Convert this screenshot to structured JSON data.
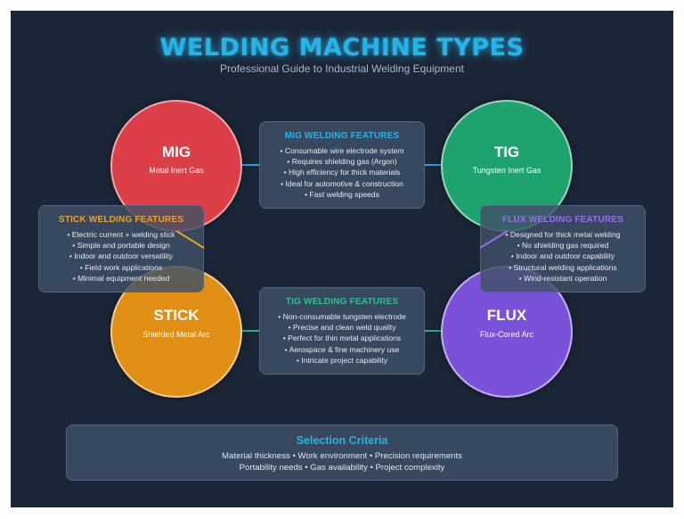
{
  "header": {
    "title": "WELDING MACHINE TYPES",
    "subtitle": "Professional Guide to Industrial Welding Equipment"
  },
  "colors": {
    "background": "#1b2638",
    "title": "#28b3e6",
    "mig": "#dc3f47",
    "tig": "#1fa36e",
    "stick": "#e18f14",
    "flux": "#7a52da",
    "mig_features_title": "#28b3e6",
    "tig_features_title": "#2cc090",
    "stick_features_title": "#f0a020",
    "flux_features_title": "#9a6cf2"
  },
  "types": {
    "mig": {
      "name": "MIG",
      "full": "Metal Inert Gas"
    },
    "tig": {
      "name": "TIG",
      "full": "Tungsten Inert Gas"
    },
    "stick": {
      "name": "STICK",
      "full": "Shielded Metal Arc"
    },
    "flux": {
      "name": "FLUX",
      "full": "Flux-Cored Arc"
    }
  },
  "panels": {
    "mig": {
      "title": "MIG WELDING FEATURES",
      "items": [
        "• Consumable wire electrode system",
        "• Requires shielding gas (Argon)",
        "• High efficiency for thick materials",
        "• Ideal for automotive & construction",
        "• Fast welding speeds"
      ]
    },
    "tig": {
      "title": "TIG WELDING FEATURES",
      "items": [
        "• Non-consumable tungsten electrode",
        "• Precise and clean weld quality",
        "• Perfect for thin metal applications",
        "• Aerospace & fine machinery use",
        "• Intricate project capability"
      ]
    },
    "stick": {
      "title": "STICK WELDING FEATURES",
      "items": [
        "• Electric current + welding stick",
        "• Simple and portable design",
        "• Indoor and outdoor versatility",
        "• Field work applications",
        "• Minimal equipment needed"
      ]
    },
    "flux": {
      "title": "FLUX WELDING FEATURES",
      "items": [
        "• Designed for thick metal welding",
        "• No shielding gas required",
        "• Indoor and outdoor capability",
        "• Structural welding applications",
        "• Wind-resistant operation"
      ]
    }
  },
  "criteria": {
    "title": "Selection Criteria",
    "line1": "Material thickness • Work environment • Precision requirements",
    "line2": "Portability needs • Gas availability • Project complexity"
  }
}
